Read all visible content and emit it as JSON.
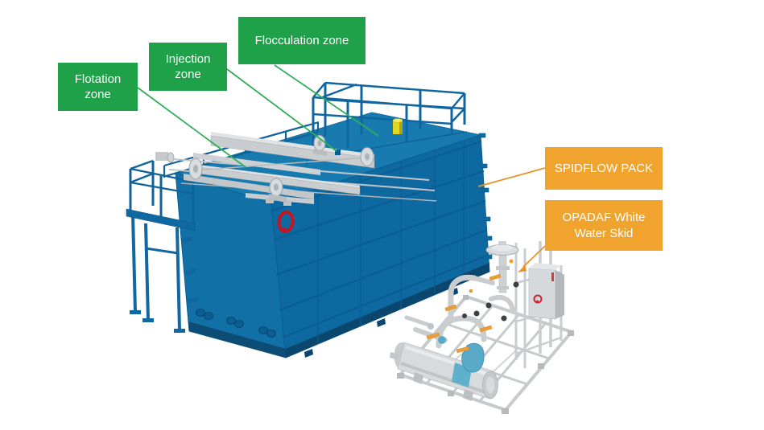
{
  "colors": {
    "background": "#ffffff",
    "label-green": "#1fa14a",
    "label-orange": "#f0a42e",
    "label-text": "#ffffff",
    "line-green": "#2fae59",
    "line-orange": "#e8932c",
    "tank-blue": "#1171a6",
    "logo-red": "#c31622"
  },
  "labels": {
    "flotation": "Flotation zone",
    "injection": "Injection zone",
    "flocculation": "Flocculation zone",
    "spidflow": "SPIDFLOW PACK",
    "opadaf": "OPADAF White Water Skid"
  }
}
